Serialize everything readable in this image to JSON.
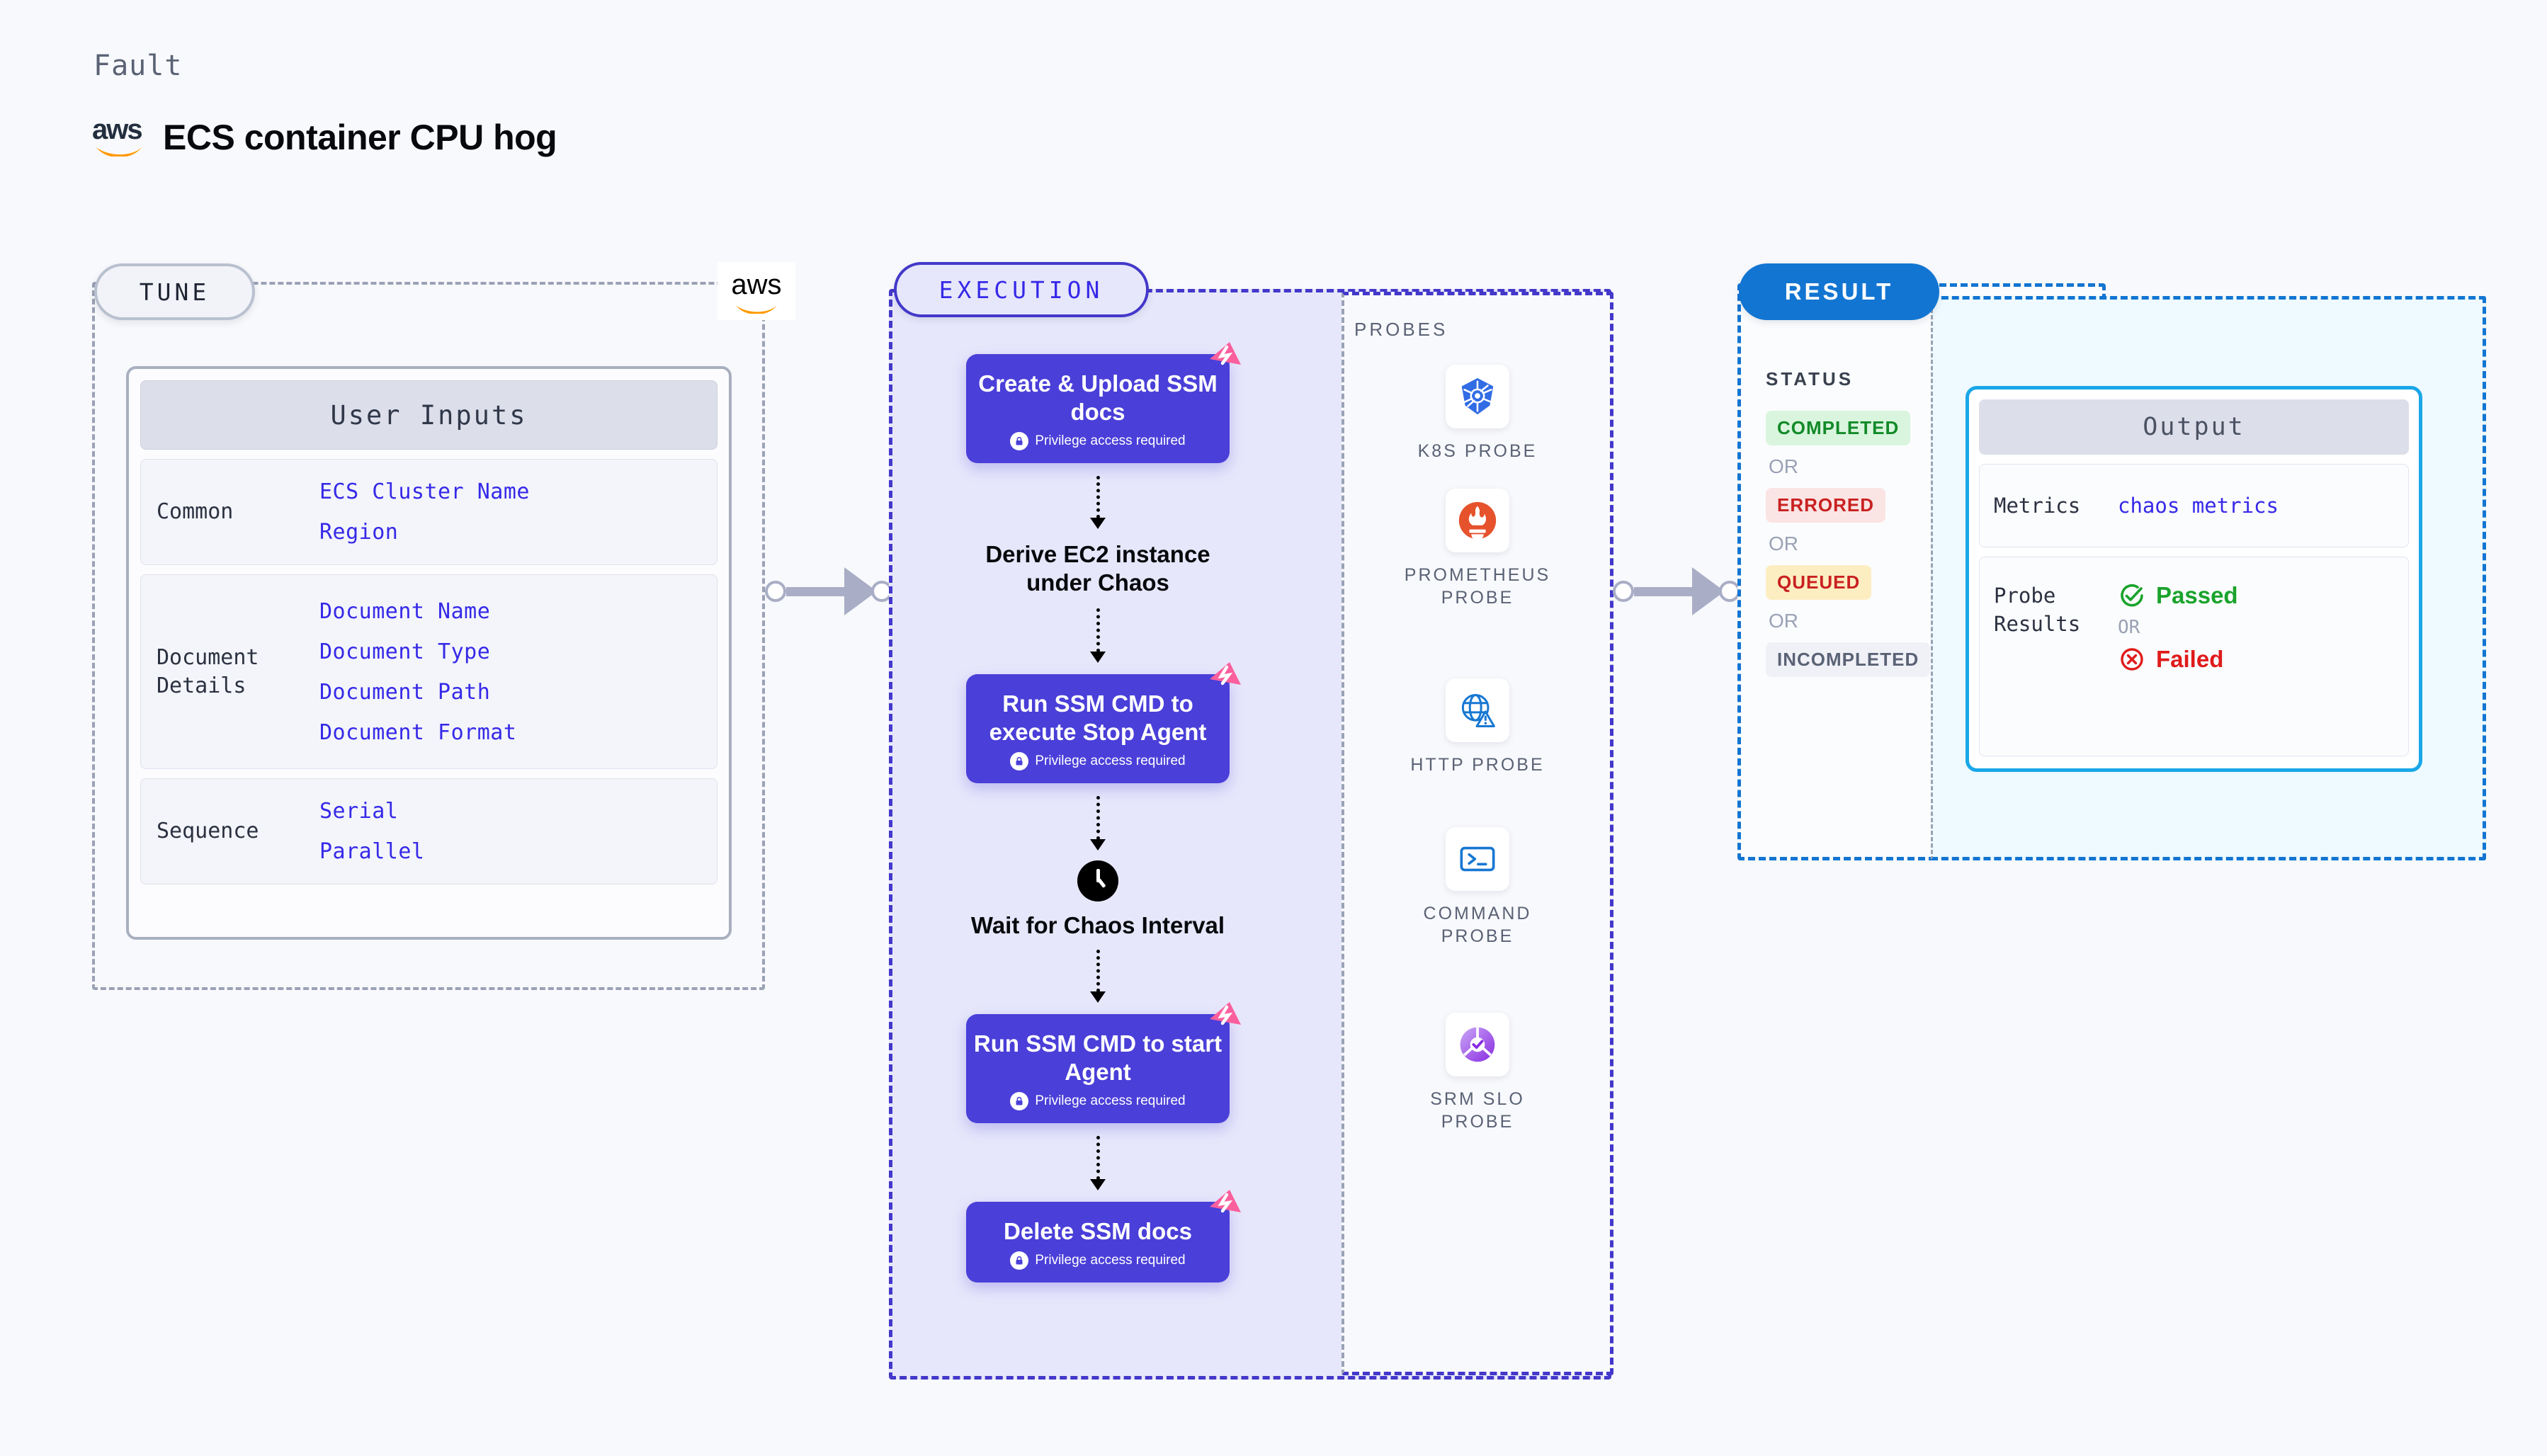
{
  "header": {
    "eyebrow": "Fault",
    "provider_logo": "aws-logo",
    "provider_text": "aws",
    "title": "ECS container CPU hog"
  },
  "tune": {
    "pill_label": "TUNE",
    "provider_badge": "aws",
    "card": {
      "title": "User Inputs",
      "sections": [
        {
          "label": "Common",
          "values": [
            "ECS Cluster Name",
            "Region"
          ]
        },
        {
          "label": "Document\nDetails",
          "values": [
            "Document Name",
            "Document Type",
            "Document Path",
            "Document Format"
          ]
        },
        {
          "label": "Sequence",
          "values": [
            "Serial",
            "Parallel"
          ]
        }
      ]
    }
  },
  "execution": {
    "pill_label": "EXECUTION",
    "privilege_note": "Privilege access required",
    "steps": [
      {
        "kind": "node",
        "label": "Create & Upload SSM docs",
        "privileged": true,
        "badge": "litmus-logo"
      },
      {
        "kind": "text",
        "label": "Derive EC2 instance under Chaos"
      },
      {
        "kind": "node",
        "label": "Run SSM CMD to execute Stop Agent",
        "privileged": true,
        "badge": "litmus-logo"
      },
      {
        "kind": "clock",
        "label": "Wait for Chaos Interval"
      },
      {
        "kind": "node",
        "label": "Run SSM CMD to start Agent",
        "privileged": true,
        "badge": "litmus-logo"
      },
      {
        "kind": "node",
        "label": "Delete SSM docs",
        "privileged": true,
        "badge": "litmus-logo"
      }
    ]
  },
  "probes": {
    "heading": "PROBES",
    "items": [
      {
        "name": "K8S PROBE",
        "icon": "kubernetes-icon"
      },
      {
        "name": "PROMETHEUS PROBE",
        "icon": "prometheus-icon"
      },
      {
        "name": "HTTP PROBE",
        "icon": "http-globe-icon"
      },
      {
        "name": "COMMAND PROBE",
        "icon": "terminal-icon"
      },
      {
        "name": "SRM SLO PROBE",
        "icon": "srm-slo-icon"
      }
    ]
  },
  "result": {
    "pill_label": "RESULT",
    "status_heading": "STATUS",
    "or_label": "OR",
    "statuses": [
      {
        "label": "COMPLETED",
        "fg": "#128a28",
        "bg": "#d9f5de"
      },
      {
        "label": "ERRORED",
        "fg": "#c92121",
        "bg": "#fbe4e4"
      },
      {
        "label": "QUEUED",
        "fg": "#c92121",
        "bg": "#fdeec2"
      },
      {
        "label": "INCOMPLETED",
        "fg": "#5a6275",
        "bg": "#f0f1f7"
      }
    ]
  },
  "output": {
    "title": "Output",
    "rows": [
      {
        "label": "Metrics",
        "value": "chaos metrics"
      },
      {
        "label": "Probe\nResults",
        "passed": "Passed",
        "or": "OR",
        "failed": "Failed"
      }
    ]
  },
  "colors": {
    "accent_indigo": "#3629e8",
    "node_purple": "#4a3fd8",
    "result_blue": "#1275d2",
    "output_cyan": "#19a7e8",
    "litmus_pink": "#fb5f9d",
    "pass_green": "#19a32b",
    "fail_red": "#e01b1b"
  }
}
